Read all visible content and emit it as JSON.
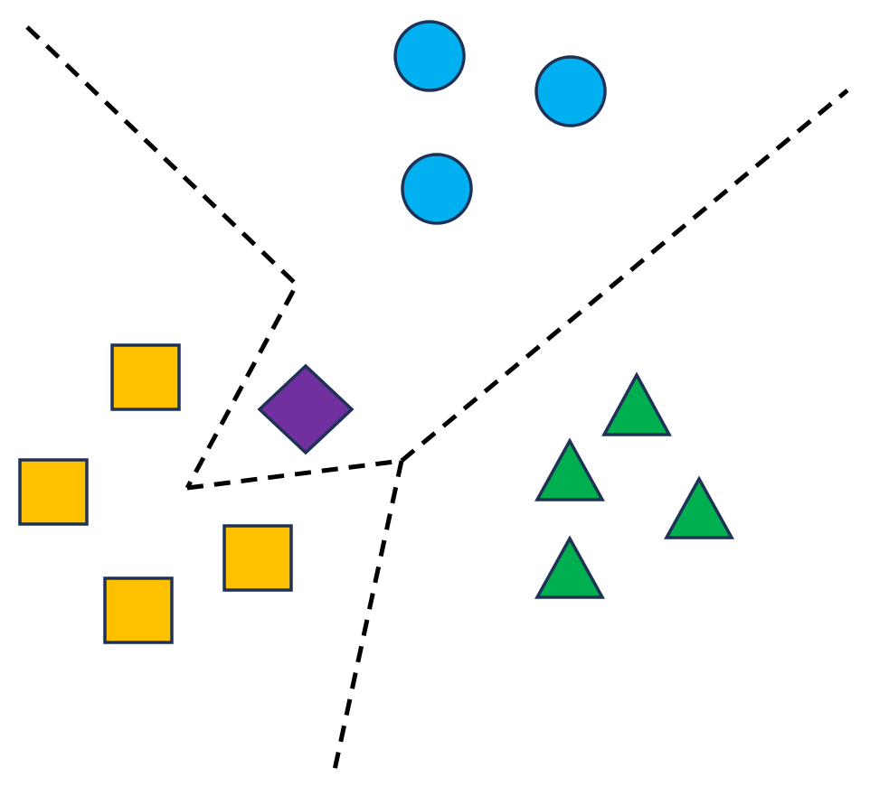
{
  "colors": {
    "background": "#ffffff",
    "boundary_line": "#000000",
    "outline": "#1f3256",
    "circle_class": "#00b0f0",
    "square_class": "#ffc000",
    "triangle_class": "#00b050",
    "query_point": "#7030a0"
  },
  "shape_names": {
    "circle": "circle-point",
    "square": "square-point",
    "triangle": "triangle-point",
    "query": "diamond-query-point"
  },
  "classes": [
    {
      "shape": "circle",
      "color_key": "circle_class",
      "count": 3
    },
    {
      "shape": "square",
      "color_key": "square_class",
      "count": 4
    },
    {
      "shape": "triangle",
      "color_key": "triangle_class",
      "count": 4
    },
    {
      "shape": "diamond",
      "color_key": "query_point",
      "count": 1
    }
  ]
}
